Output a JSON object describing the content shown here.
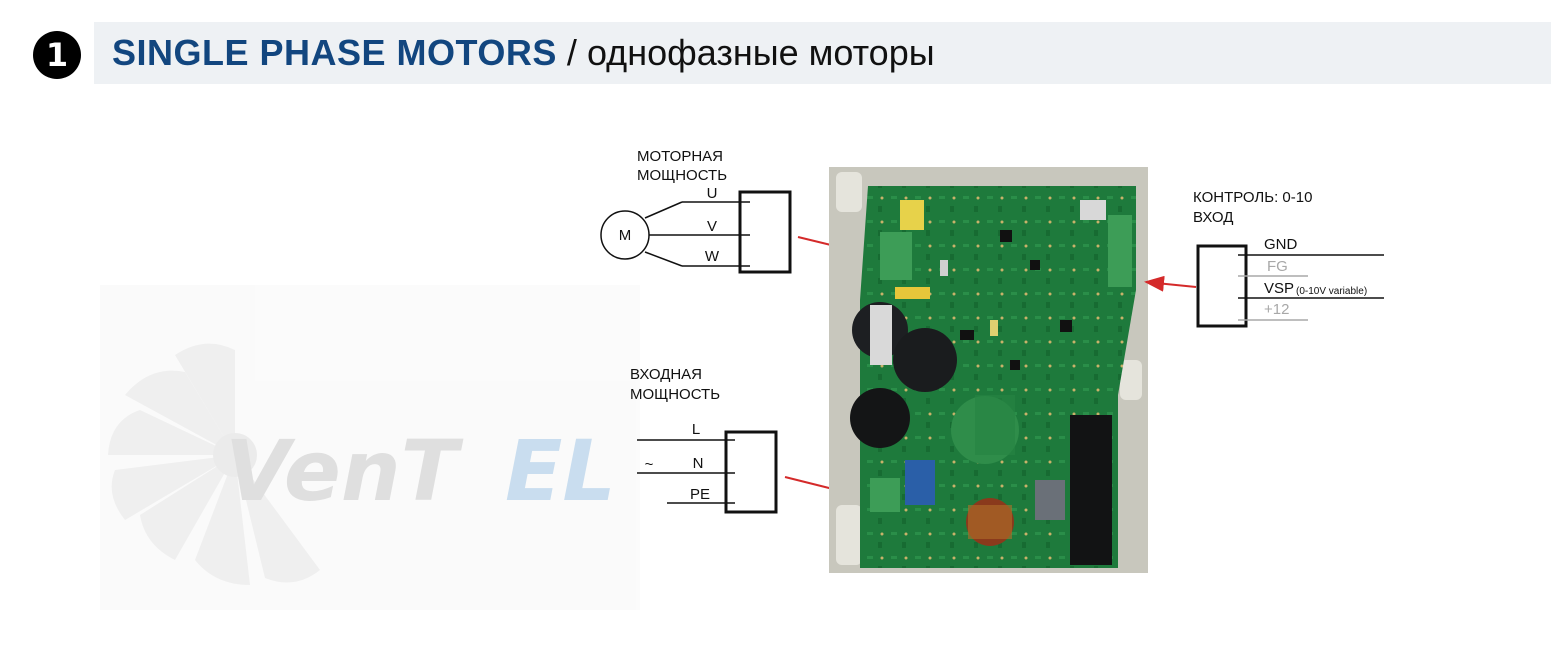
{
  "header": {
    "step_number": "1",
    "title_en": "SINGLE PHASE MOTORS",
    "separator": "/",
    "title_ru": "однофазные моторы"
  },
  "watermark": {
    "text_gray": "VenT",
    "text_blue": "EL"
  },
  "motor_power": {
    "label_line1": "МОТОРНАЯ",
    "label_line2": "МОЩНОСТЬ",
    "motor_symbol": "M",
    "pins": [
      "U",
      "V",
      "W"
    ]
  },
  "input_power": {
    "label_line1": "ВХОДНАЯ",
    "label_line2": "МОЩНОСТЬ",
    "ac_symbol": "~",
    "pins": [
      "L",
      "N",
      "PE"
    ]
  },
  "control": {
    "label_line1": "КОНТРОЛЬ: 0-10",
    "label_line2": "ВХОД",
    "pins": [
      {
        "name": "GND",
        "active": true
      },
      {
        "name": "FG",
        "active": false
      },
      {
        "name": "VSP",
        "note": "(0-10V variable)",
        "active": true
      },
      {
        "name": "+12",
        "active": false
      }
    ]
  },
  "colors": {
    "header_title": "#12467f",
    "header_band": "#eef1f4",
    "arrow": "#d42a2a",
    "pcb_green": "#1e7a3c",
    "inactive_pin": "#a8a8a8"
  }
}
